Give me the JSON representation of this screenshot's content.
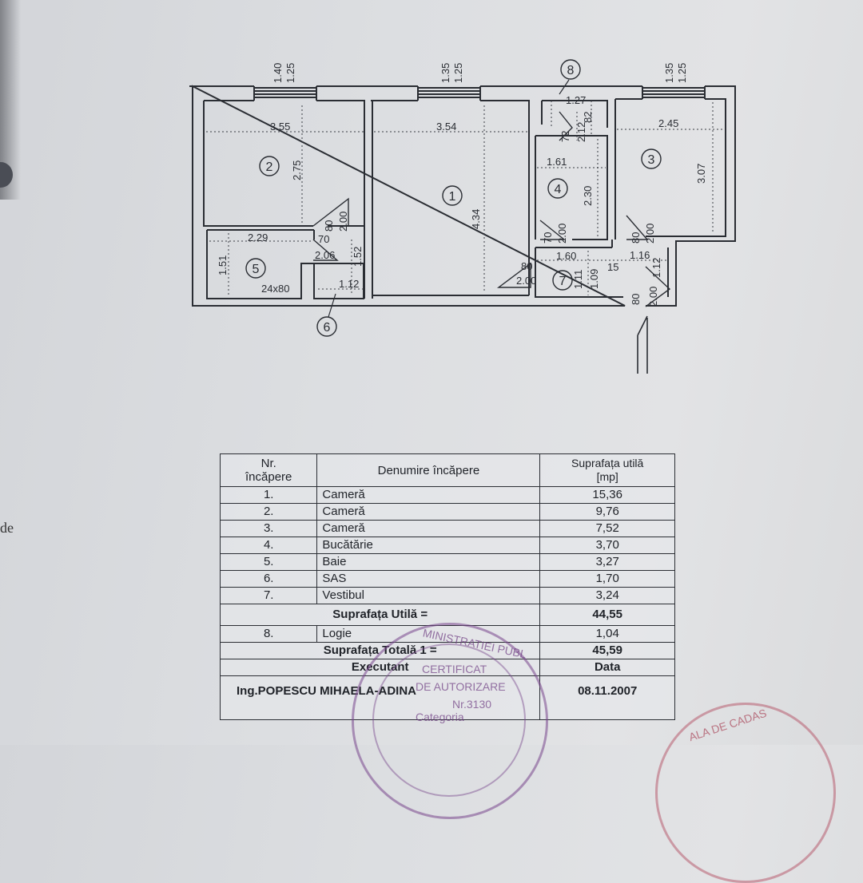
{
  "plan": {
    "window_dims_1": "1.40\n1.25",
    "window_dims_2": "1.35\n1.25",
    "window_dims_3": "1.35\n1.25",
    "dims": {
      "d_355": "3.55",
      "d_275": "2.75",
      "d_354": "3.54",
      "d_434": "4.34",
      "d_127": "1.27",
      "d_72": "72",
      "d_212": "2.12",
      "d_82": "82",
      "d_161": "1.61",
      "d_230": "2.30",
      "d_245": "2.45",
      "d_307": "3.07",
      "d_229": "2.29",
      "d_70a": "70",
      "d_206": "2.06",
      "d_80a": "80",
      "d_200a": "2.00",
      "d_151": "1.51",
      "d_24x80": "24x80",
      "d_152": "1.52",
      "d_112": "1.12",
      "d_70b": "70",
      "d_200b": "2.00",
      "d_80b": "80",
      "d_200c": "2.00",
      "d_160": "1.60",
      "d_116": "1.16",
      "d_15": "15",
      "d_111": "1.11",
      "d_109": "1.09",
      "d_80c": "80",
      "d_200d": "2.00",
      "d_80d": "80",
      "d_200e": "2.00",
      "d_112b": "1.12"
    },
    "room_labels": [
      "1",
      "2",
      "3",
      "4",
      "5",
      "6",
      "7",
      "8"
    ]
  },
  "table": {
    "head_nr": "Nr.\nîncăpere",
    "head_name": "Denumire încăpere",
    "head_area": "Suprafața utilă\n[mp]",
    "rows": [
      {
        "nr": "1.",
        "name": "Cameră",
        "area": "15,36"
      },
      {
        "nr": "2.",
        "name": "Cameră",
        "area": "9,76"
      },
      {
        "nr": "3.",
        "name": "Cameră",
        "area": "7,52"
      },
      {
        "nr": "4.",
        "name": "Bucătărie",
        "area": "3,70"
      },
      {
        "nr": "5.",
        "name": "Baie",
        "area": "3,27"
      },
      {
        "nr": "6.",
        "name": "SAS",
        "area": "1,70"
      },
      {
        "nr": "7.",
        "name": "Vestibul",
        "area": "3,24"
      }
    ],
    "util_label": "Suprafața Utilă =",
    "util_value": "44,55",
    "logie": {
      "nr": "8.",
      "name": "Logie",
      "area": "1,04"
    },
    "total_label": "Suprafața Totală 1 =",
    "total_value": "45,59",
    "executant_label": "Executant",
    "data_label": "Data",
    "engineer": "Ing.POPESCU MIHAELA-ADINA",
    "date": "08.11.2007"
  },
  "stamp": {
    "ring_text": "MINISTRATIEI PUBL",
    "line1": "CERTIFICAT",
    "line2": "DE AUTORIZARE",
    "line3": "Nr.3130",
    "line4": "Categoria"
  },
  "stamp_right": {
    "text": "ALA DE CADAS"
  },
  "side_note": "de",
  "colors": {
    "ink": "#2a2d33",
    "stamp": "#7a4a8c",
    "paper": "#dcdee1"
  }
}
